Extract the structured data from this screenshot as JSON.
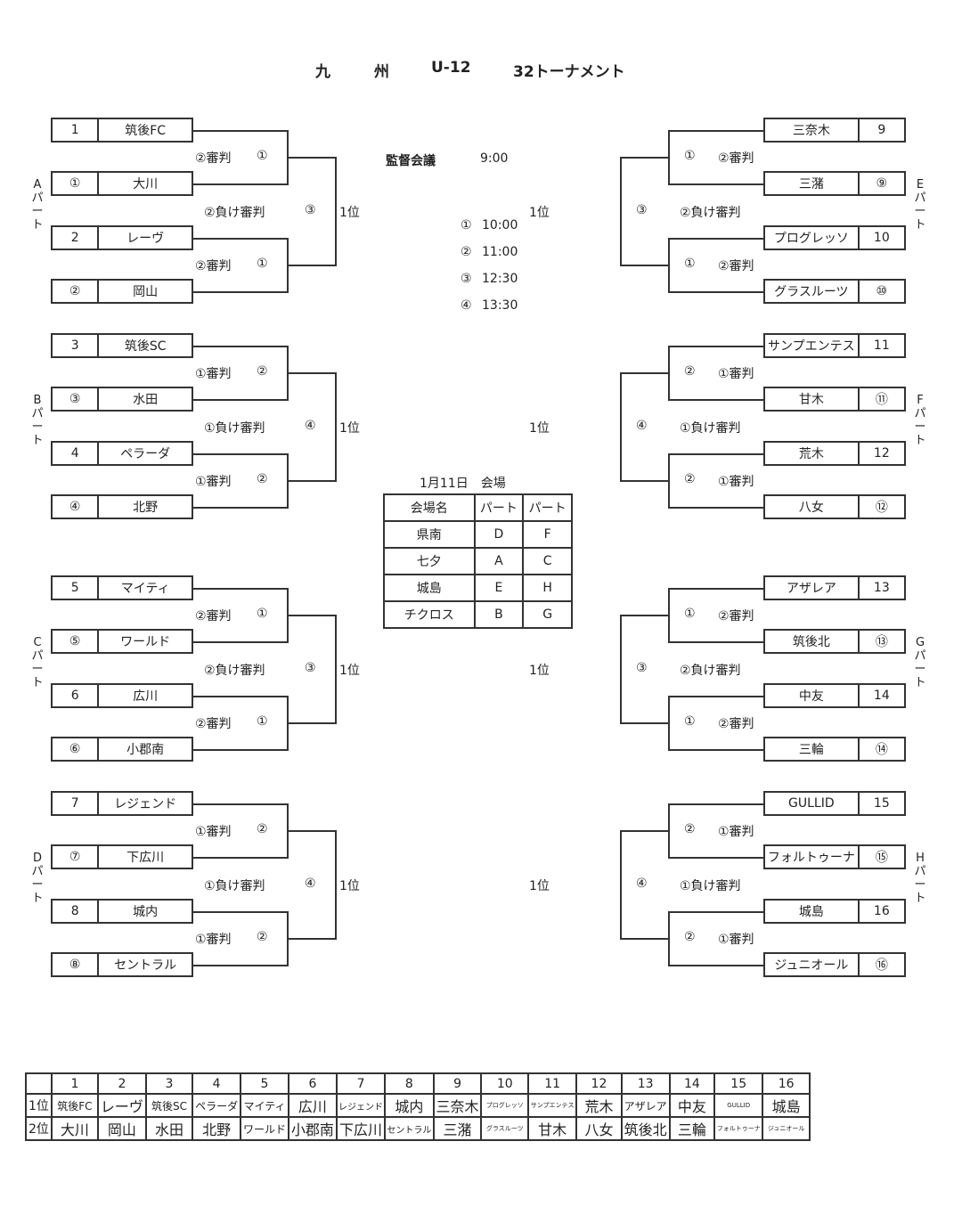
{
  "title": {
    "part1": "九",
    "part2": "州",
    "part3": "U-12",
    "part4": "32トーナメント"
  },
  "schedule": {
    "meeting_label": "監督会議",
    "meeting_time": "9:00",
    "rounds": [
      {
        "mark": "①",
        "time": "10:00"
      },
      {
        "mark": "②",
        "time": "11:00"
      },
      {
        "mark": "③",
        "time": "12:30"
      },
      {
        "mark": "④",
        "time": "13:30"
      }
    ]
  },
  "first_place": "1位",
  "groups": [
    {
      "part": [
        "A",
        "パ",
        "ー",
        "ト"
      ],
      "side": "left",
      "teams": [
        {
          "num": "1",
          "name": "筑後FC"
        },
        {
          "num": "①",
          "name": "大川"
        },
        {
          "num": "2",
          "name": "レーヴ"
        },
        {
          "num": "②",
          "name": "岡山"
        }
      ],
      "m1_ref": "②審判",
      "m1_round": "①",
      "final_ref": "②負け審判",
      "final_round": "③",
      "m2_ref": "②審判",
      "m2_round": "①"
    },
    {
      "part": [
        "B",
        "パ",
        "ー",
        "ト"
      ],
      "side": "left",
      "teams": [
        {
          "num": "3",
          "name": "筑後SC"
        },
        {
          "num": "③",
          "name": "水田"
        },
        {
          "num": "4",
          "name": "ペラーダ"
        },
        {
          "num": "④",
          "name": "北野"
        }
      ],
      "m1_ref": "①審判",
      "m1_round": "②",
      "final_ref": "①負け審判",
      "final_round": "④",
      "m2_ref": "①審判",
      "m2_round": "②"
    },
    {
      "part": [
        "C",
        "パ",
        "ー",
        "ト"
      ],
      "side": "left",
      "teams": [
        {
          "num": "5",
          "name": "マイティ"
        },
        {
          "num": "⑤",
          "name": "ワールド"
        },
        {
          "num": "6",
          "name": "広川"
        },
        {
          "num": "⑥",
          "name": "小郡南"
        }
      ],
      "m1_ref": "②審判",
      "m1_round": "①",
      "final_ref": "②負け審判",
      "final_round": "③",
      "m2_ref": "②審判",
      "m2_round": "①"
    },
    {
      "part": [
        "D",
        "パ",
        "ー",
        "ト"
      ],
      "side": "left",
      "teams": [
        {
          "num": "7",
          "name": "レジェンド"
        },
        {
          "num": "⑦",
          "name": "下広川"
        },
        {
          "num": "8",
          "name": "城内"
        },
        {
          "num": "⑧",
          "name": "セントラル"
        }
      ],
      "m1_ref": "①審判",
      "m1_round": "②",
      "final_ref": "①負け審判",
      "final_round": "④",
      "m2_ref": "①審判",
      "m2_round": "②"
    },
    {
      "part": [
        "E",
        "パ",
        "ー",
        "ト"
      ],
      "side": "right",
      "teams": [
        {
          "num": "9",
          "name": "三奈木"
        },
        {
          "num": "⑨",
          "name": "三潴"
        },
        {
          "num": "10",
          "name": "プログレッソ"
        },
        {
          "num": "⑩",
          "name": "グラスルーツ"
        }
      ],
      "m1_ref": "②審判",
      "m1_round": "①",
      "final_ref": "②負け審判",
      "final_round": "③",
      "m2_ref": "②審判",
      "m2_round": "①"
    },
    {
      "part": [
        "F",
        "パ",
        "ー",
        "ト"
      ],
      "side": "right",
      "teams": [
        {
          "num": "11",
          "name": "サンプエンテス"
        },
        {
          "num": "⑪",
          "name": "甘木"
        },
        {
          "num": "12",
          "name": "荒木"
        },
        {
          "num": "⑫",
          "name": "八女"
        }
      ],
      "m1_ref": "①審判",
      "m1_round": "②",
      "final_ref": "①負け審判",
      "final_round": "④",
      "m2_ref": "①審判",
      "m2_round": "②"
    },
    {
      "part": [
        "G",
        "パ",
        "ー",
        "ト"
      ],
      "side": "right",
      "teams": [
        {
          "num": "13",
          "name": "アザレア"
        },
        {
          "num": "⑬",
          "name": "筑後北"
        },
        {
          "num": "14",
          "name": "中友"
        },
        {
          "num": "⑭",
          "name": "三輪"
        }
      ],
      "m1_ref": "②審判",
      "m1_round": "①",
      "final_ref": "②負け審判",
      "final_round": "③",
      "m2_ref": "②審判",
      "m2_round": "①"
    },
    {
      "part": [
        "H",
        "パ",
        "ー",
        "ト"
      ],
      "side": "right",
      "teams": [
        {
          "num": "15",
          "name": "GULLID"
        },
        {
          "num": "⑮",
          "name": "フォルトゥーナ"
        },
        {
          "num": "16",
          "name": "城島"
        },
        {
          "num": "⑯",
          "name": "ジュニオール"
        }
      ],
      "m1_ref": "①審判",
      "m1_round": "②",
      "final_ref": "①負け審判",
      "final_round": "④",
      "m2_ref": "①審判",
      "m2_round": "②"
    }
  ],
  "venue": {
    "caption": "1月11日　会場",
    "headers": [
      "会場名",
      "パート",
      "パート"
    ],
    "rows": [
      [
        "県南",
        "D",
        "F"
      ],
      [
        "七夕",
        "A",
        "C"
      ],
      [
        "城島",
        "E",
        "H"
      ],
      [
        "チクロス",
        "B",
        "G"
      ]
    ]
  },
  "summary": {
    "columns": [
      "1",
      "2",
      "3",
      "4",
      "5",
      "6",
      "7",
      "8",
      "9",
      "10",
      "11",
      "12",
      "13",
      "14",
      "15",
      "16"
    ],
    "rows": [
      {
        "label": "1位",
        "cells": [
          "筑後FC",
          "レーヴ",
          "筑後SC",
          "ペラーダ",
          "マイティ",
          "広川",
          "レジェンド",
          "城内",
          "三奈木",
          "プログレッソ",
          "サンプエンテス",
          "荒木",
          "アザレア",
          "中友",
          "GULLID",
          "城島"
        ]
      },
      {
        "label": "2位",
        "cells": [
          "大川",
          "岡山",
          "水田",
          "北野",
          "ワールド",
          "小郡南",
          "下広川",
          "セントラル",
          "三潴",
          "グラスルーツ",
          "甘木",
          "八女",
          "筑後北",
          "三輪",
          "フォルトゥーナ",
          "ジュニオール"
        ]
      }
    ]
  }
}
